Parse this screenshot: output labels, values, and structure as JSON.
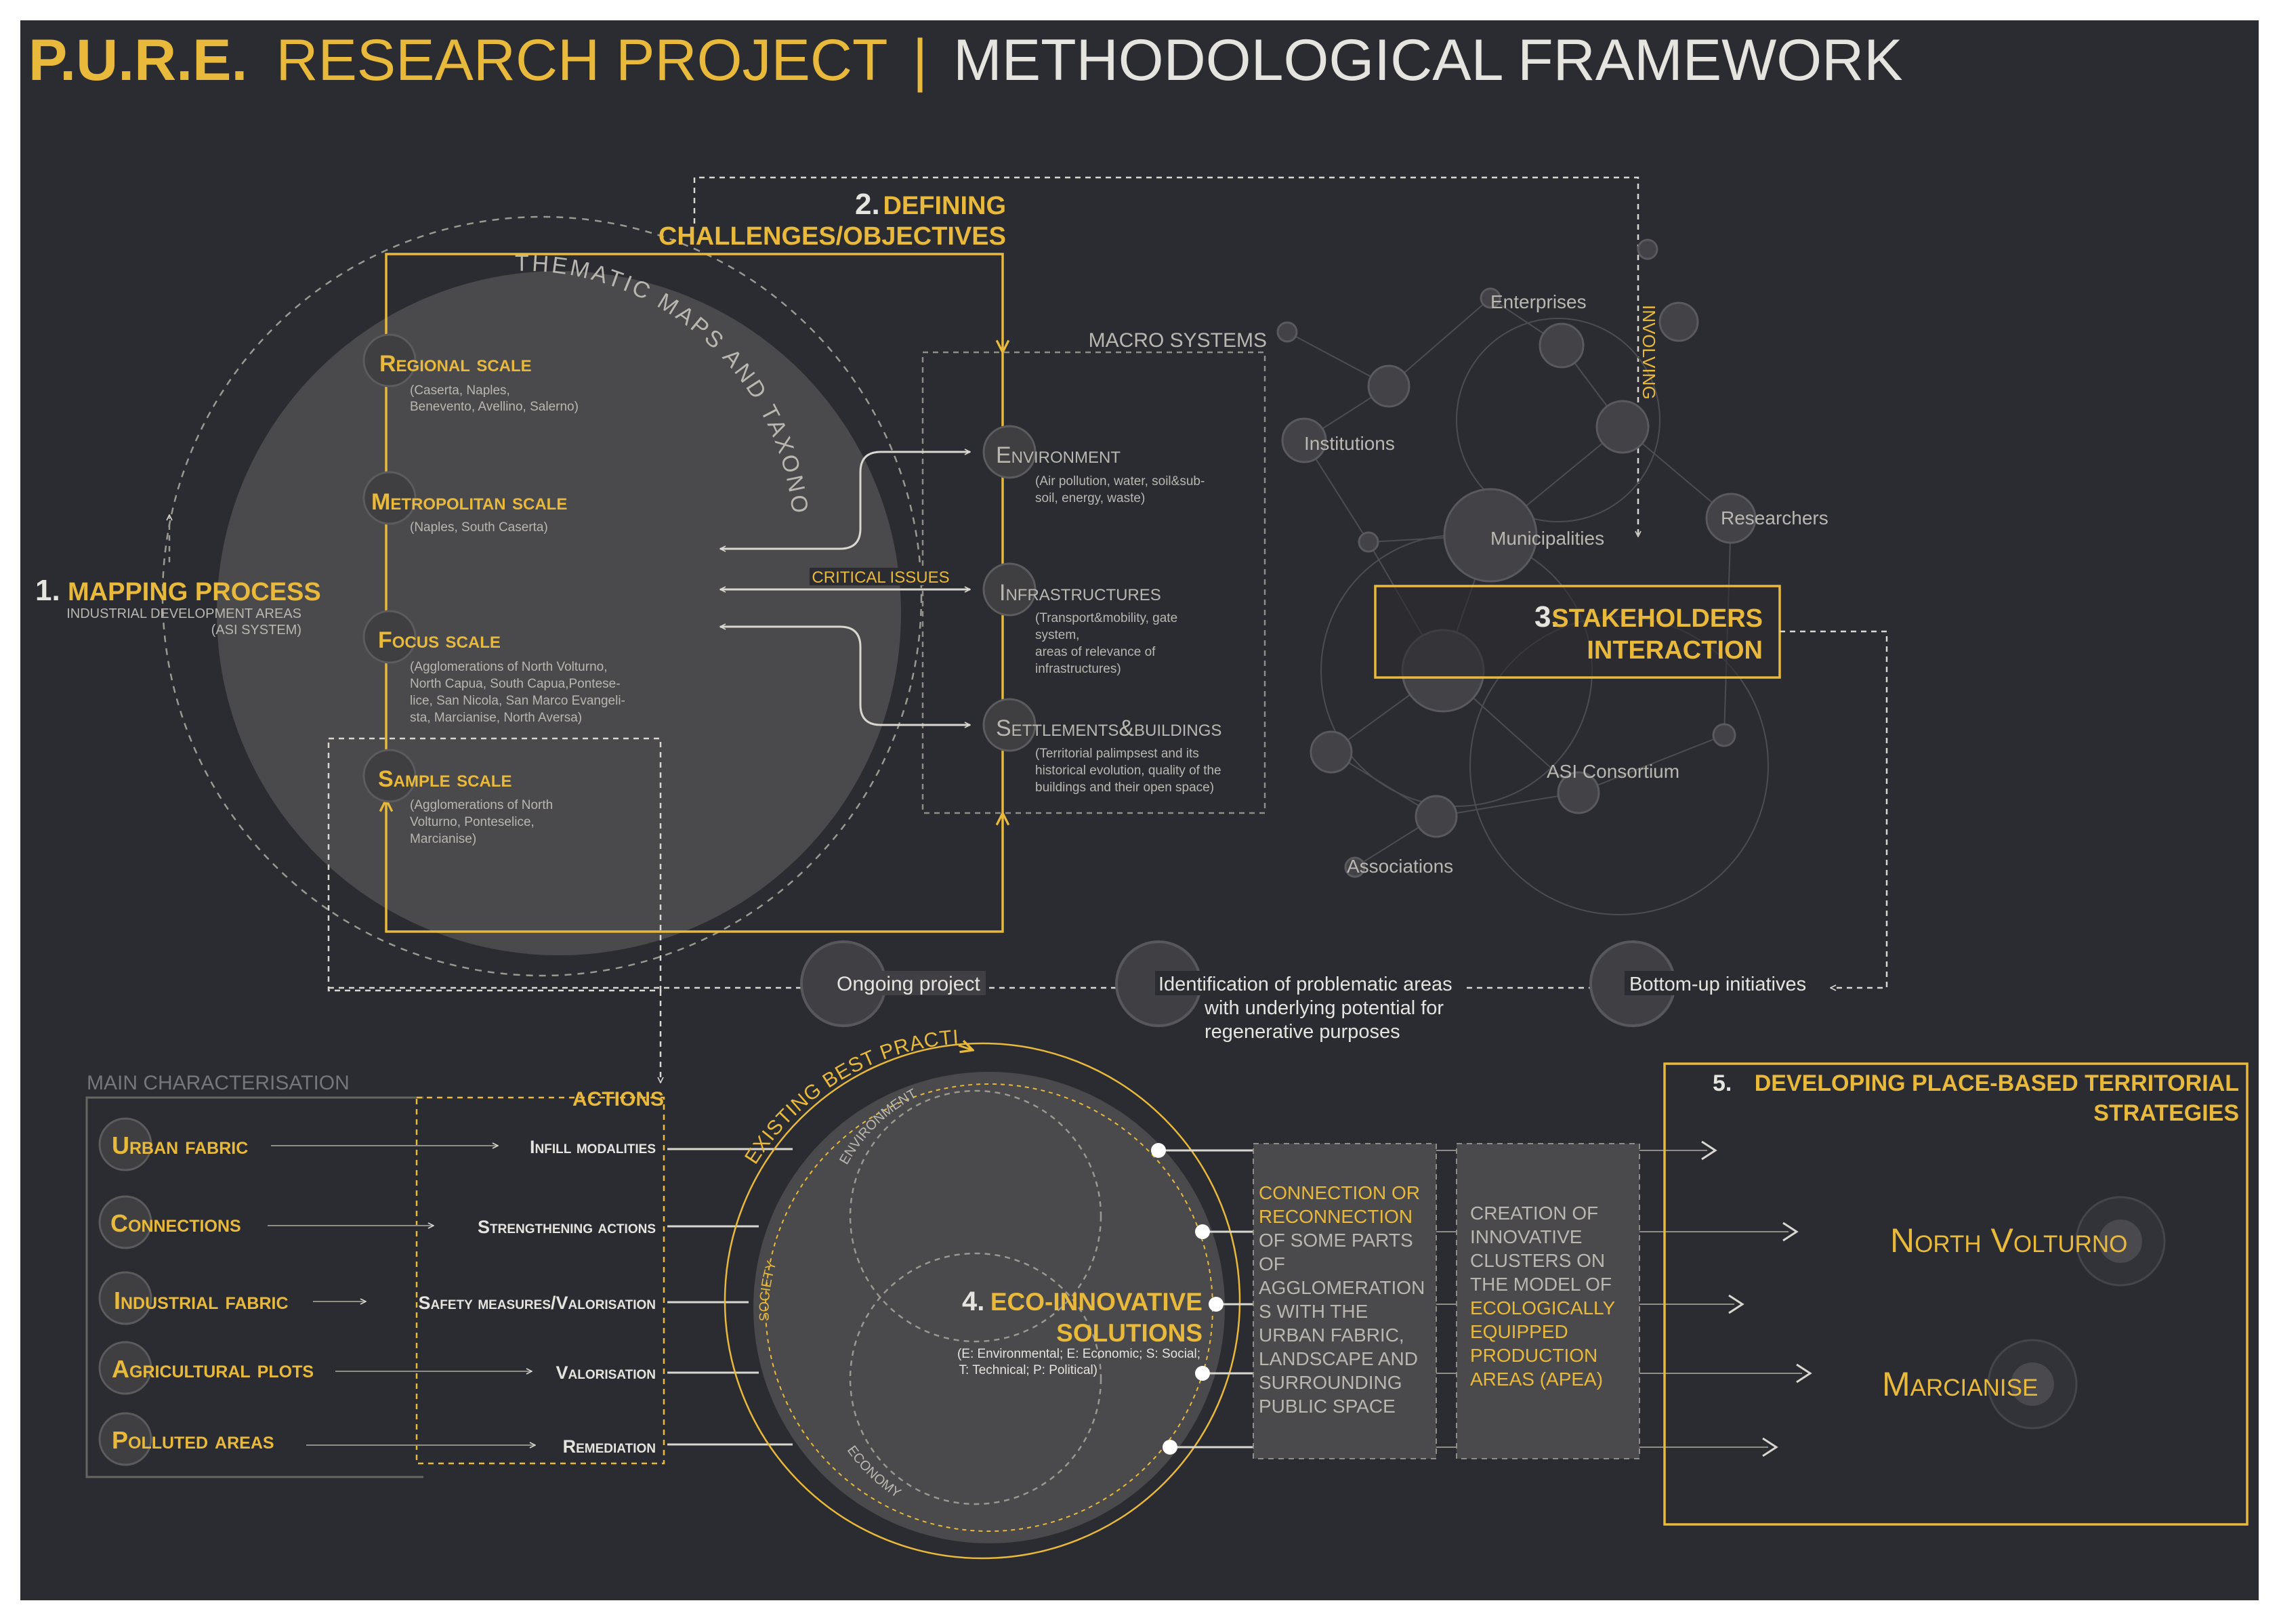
{
  "colors": {
    "background": "#2b2c31",
    "accent": "#e8b93a",
    "text": "#c8c6c0",
    "circle_fill": "#4a494b",
    "line": "#d9d7d0"
  },
  "header": {
    "title_a": "P.U.R.E.",
    "title_b": "RESEARCH PROJECT",
    "sep": "|",
    "title_c": "METHODOLOGICAL FRAMEWORK"
  },
  "mapping": {
    "num": "1.",
    "title": "MAPPING PROCESS",
    "sub1": "INDUSTRIAL DEVELOPMENT AREAS",
    "sub2": "(ASI SYSTEM)",
    "arc_label": "THEMATIC MAPS AND TAXONOMY",
    "scales": [
      {
        "title": "Regional scale",
        "lines": [
          "(Caserta, Naples,",
          "Benevento, Avellino, Salerno)"
        ]
      },
      {
        "title": "Metropolitan scale",
        "lines": [
          "(Naples, South Caserta)"
        ]
      },
      {
        "title": "Focus scale",
        "lines": [
          "(Agglomerations of North Volturno,",
          "North Capua, South Capua,Pontese-",
          "lice, San Nicola, San Marco Evangeli-",
          "sta, Marcianise, North Aversa)"
        ]
      },
      {
        "title": "Sample scale",
        "lines": [
          "(Agglomerations of North",
          "Volturno, Ponteselice,",
          "Marcianise)"
        ]
      }
    ]
  },
  "defining": {
    "num": "2.",
    "title1": "DEFINING",
    "title2": "CHALLENGES/OBJECTIVES"
  },
  "macro": {
    "title": "MACRO SYSTEMS",
    "critical": "CRITICAL ISSUES",
    "items": [
      {
        "title": "Environment",
        "lines": [
          "(Air pollution, water, soil&sub-",
          "soil, energy, waste)"
        ]
      },
      {
        "title": "Infrastructures",
        "lines": [
          "(Transport&mobility, gate",
          "system,",
          "areas of relevance of",
          "infrastructures)"
        ]
      },
      {
        "title": "Settlements&buildings",
        "lines": [
          "(Territorial palimpsest and its",
          "historical evolution, quality of the",
          "buildings and their open space)"
        ]
      }
    ]
  },
  "stakeholders": {
    "num": "3.",
    "title1": "STAKEHOLDERS",
    "title2": "INTERACTION",
    "involving": "INVOLVING",
    "nodes": [
      "Enterprises",
      "Institutions",
      "Municipalities",
      "Researchers",
      "ASI Consortium",
      "Associations"
    ]
  },
  "flow": {
    "ongoing": "Ongoing project",
    "identification": [
      "Identification of problematic areas",
      "with underlying potential for",
      "regenerative purposes"
    ],
    "bottom_up": "Bottom-up initiatives"
  },
  "characterisation": {
    "title": "MAIN CHARACTERISATION",
    "actions_title": "ACTIONS",
    "rows": [
      {
        "label": "Urban fabric",
        "action": "Infill modalities"
      },
      {
        "label": "Connections",
        "action": "Strengthening actions"
      },
      {
        "label": "Industrial fabric",
        "action": "Safety measures/Valorisation"
      },
      {
        "label": "Agricultural plots",
        "action": "Valorisation"
      },
      {
        "label": "Polluted areas",
        "action": "Remediation"
      }
    ]
  },
  "eco": {
    "num": "4.",
    "title1": "ECO-INNOVATIVE",
    "title2": "SOLUTIONS",
    "legend1": "(E: Environmental; E: Economic; S: Social;",
    "legend2": "T: Technical; P: Political)",
    "arc": "EXISTING BEST PRACTICE",
    "environment": "ENVIRONMENT",
    "society": "SOCIETY",
    "economy": "ECONOMY"
  },
  "box_a": {
    "hl": [
      "CONNECTION OR",
      "RECONNECTION"
    ],
    "lines": [
      "OF SOME PARTS",
      "OF",
      "AGGLOMERATION",
      "S WITH THE",
      "URBAN FABRIC,",
      "LANDSCAPE AND",
      "SURROUNDING",
      "PUBLIC SPACE"
    ]
  },
  "box_b": {
    "lines": [
      "CREATION OF",
      "INNOVATIVE",
      "CLUSTERS ON",
      "THE MODEL OF"
    ],
    "hl": [
      "ECOLOGICALLY",
      "EQUIPPED",
      "PRODUCTION",
      "AREAS (APEA)"
    ]
  },
  "strategies": {
    "num": "5.",
    "title1": "DEVELOPING PLACE-BASED TERRITORIAL",
    "title2": "STRATEGIES",
    "places": [
      "North Volturno",
      "Marcianise"
    ]
  }
}
